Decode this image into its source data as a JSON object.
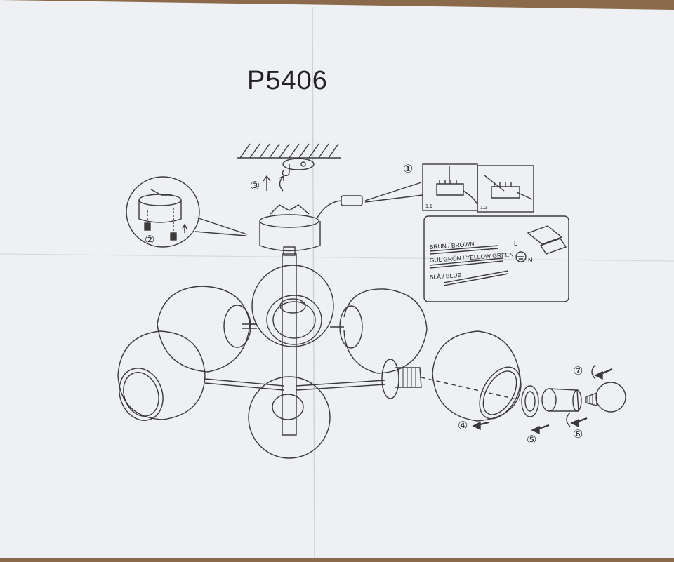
{
  "title": "P5406",
  "steps": {
    "s1": "①",
    "s2": "②",
    "s3": "③",
    "s4": "④",
    "s5": "⑤",
    "s6": "⑥",
    "s7": "⑦"
  },
  "wiring": {
    "brown": "BRUN / BROWN",
    "yellow_green": "GUL GRÖN / YELLOW GREEN",
    "blue": "BLÅ / BLUE",
    "terminal_l": "L",
    "terminal_n": "N",
    "detail_a": "1.1",
    "detail_b": "1.2"
  },
  "colors": {
    "paper": "#eef0f3",
    "ink": "#3a3a3a",
    "table": "#8a6a4a"
  }
}
